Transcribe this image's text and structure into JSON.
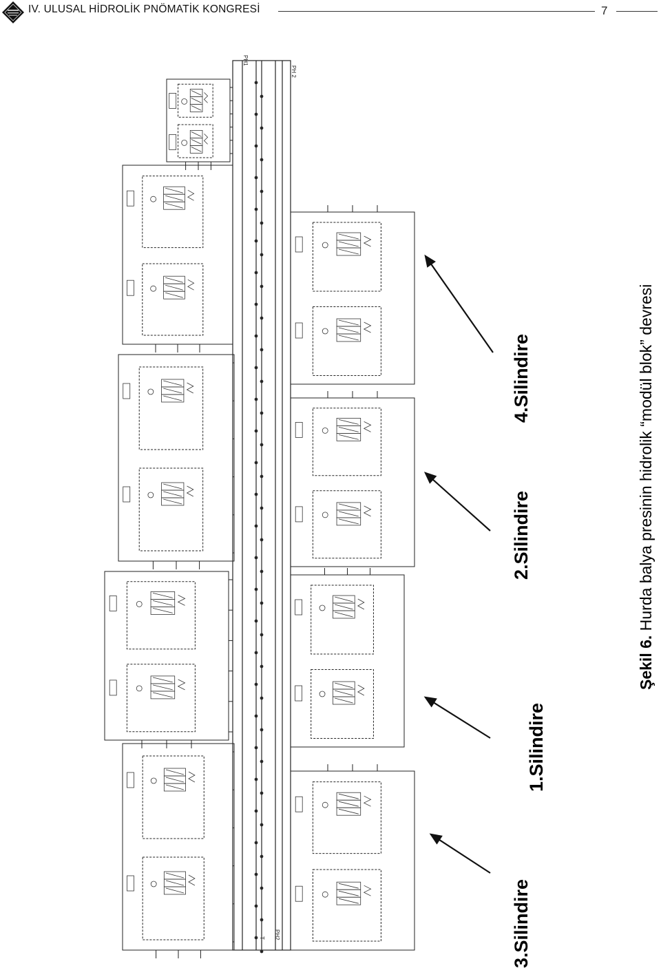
{
  "header": {
    "conference_title": "IV. ULUSAL HİDROLİK PNÖMATİK KONGRESİ",
    "page_number": "7"
  },
  "figure": {
    "cylinder_labels": [
      "3.Silindire",
      "1.Silindire",
      "2.Silindire",
      "4.Silindire"
    ],
    "line_labels": {
      "ph1": "PH1",
      "ph2": "PH 2",
      "ph2_bottom": "PH2",
      "t": "T"
    },
    "caption_bold": "Şekil 6.",
    "caption_text": " Hurda balya presinin hidrolik “modül blok” devresi"
  }
}
